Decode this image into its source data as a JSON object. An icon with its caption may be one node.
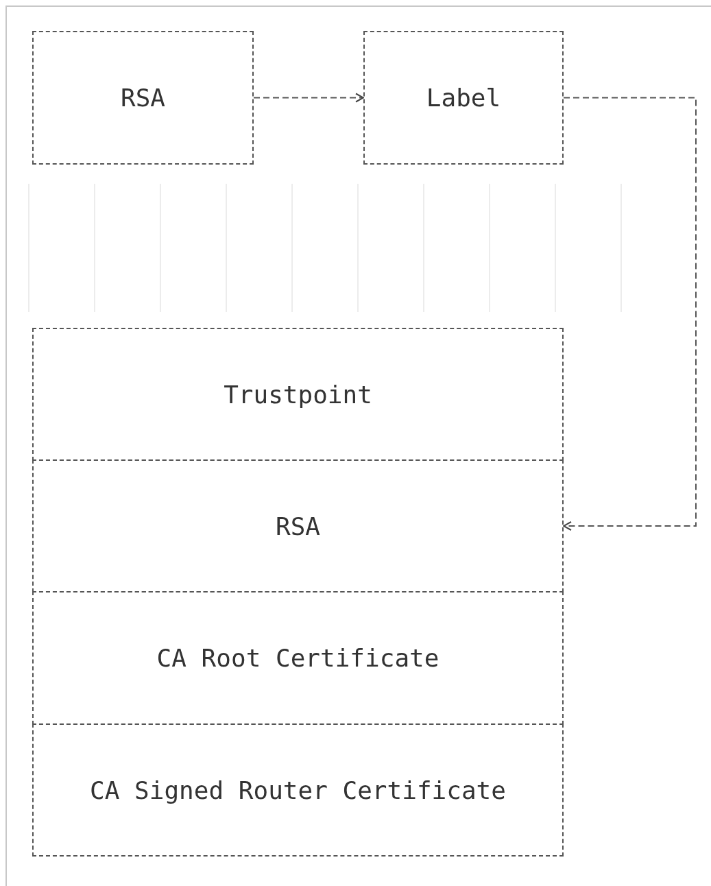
{
  "diagram": {
    "nodes": [
      {
        "text": [
          "RSA"
        ]
      },
      {
        "text": [
          "Label"
        ]
      },
      {
        "text": [
          "Trustpoint"
        ]
      },
      {
        "text": [
          "RSA"
        ]
      },
      {
        "text": [
          "CA Root Certificate"
        ]
      },
      {
        "text": [
          "CA Signed Router Certificate"
        ]
      }
    ],
    "edges": [
      {
        "from": 0,
        "to": 1,
        "arrow": "to",
        "style": "dashed"
      },
      {
        "from": 1,
        "to": 3,
        "arrow": "to",
        "style": "dashed"
      }
    ]
  }
}
